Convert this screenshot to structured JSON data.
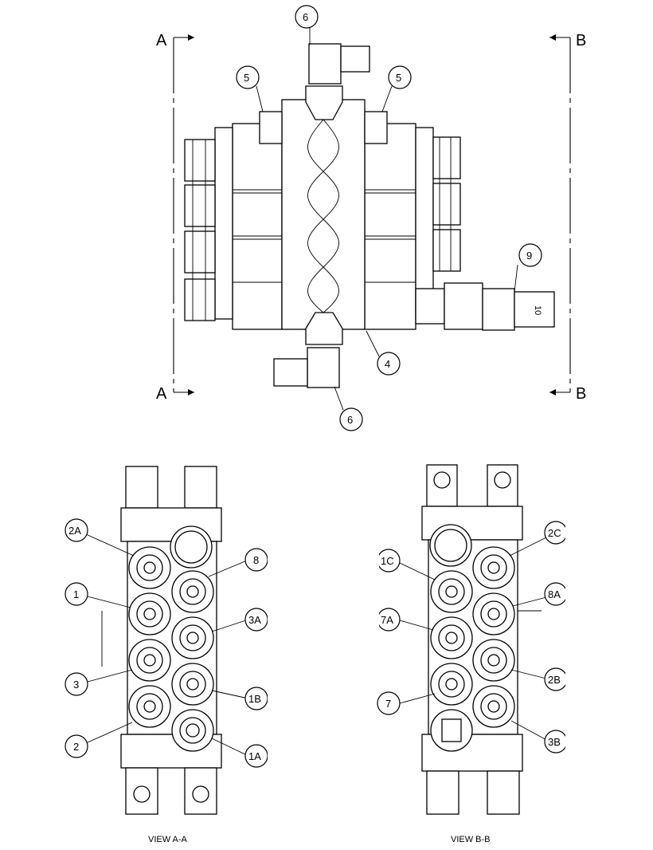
{
  "section_marks": {
    "a_top": "A",
    "a_bottom": "A",
    "b_top": "B",
    "b_bottom": "B"
  },
  "callouts": {
    "top": {
      "c6_top": "6",
      "c5_left": "5",
      "c5_right": "5",
      "c9": "9",
      "c4": "4",
      "c6_bottom": "6"
    },
    "view_a": {
      "c2A": "2A",
      "c8": "8",
      "c1": "1",
      "c3A": "3A",
      "c3": "3",
      "c1B": "1B",
      "c2": "2",
      "c1A": "1A"
    },
    "view_b": {
      "c2C": "2C",
      "c1C": "1C",
      "c8A": "8A",
      "c7A": "7A",
      "c2B": "2B",
      "c7": "7",
      "c3B": "3B"
    }
  },
  "connector_text": "10",
  "view_labels": {
    "view_a": "VIEW A-A",
    "view_b": "VIEW B-B"
  }
}
